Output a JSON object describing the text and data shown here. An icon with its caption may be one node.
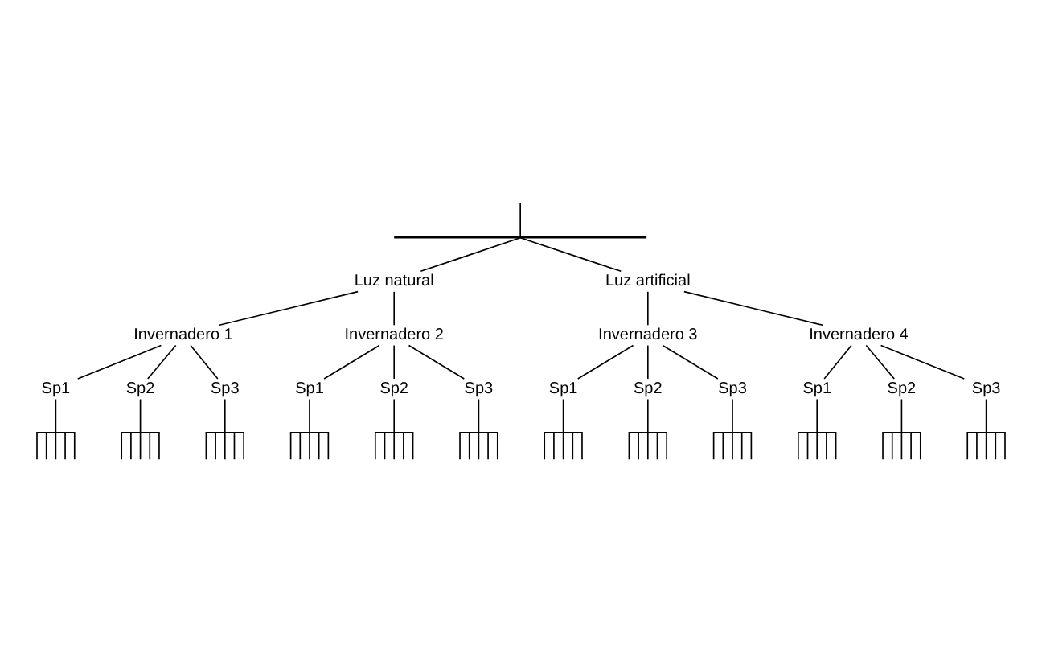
{
  "diagram": {
    "nodes": [
      {
        "text": [],
        "shape": "bar"
      },
      {
        "text": [
          "Luz natural"
        ]
      },
      {
        "text": [
          "Luz artificial"
        ]
      },
      {
        "text": [
          "Invernadero 1"
        ]
      },
      {
        "text": [
          "Invernadero 2"
        ]
      },
      {
        "text": [
          "Invernadero 3"
        ]
      },
      {
        "text": [
          "Invernadero 4"
        ]
      },
      {
        "text": [
          "Sp1"
        ]
      },
      {
        "text": [
          "Sp2"
        ]
      },
      {
        "text": [
          "Sp3"
        ]
      },
      {
        "text": [
          "Sp1"
        ]
      },
      {
        "text": [
          "Sp2"
        ]
      },
      {
        "text": [
          "Sp3"
        ]
      },
      {
        "text": [
          "Sp1"
        ]
      },
      {
        "text": [
          "Sp2"
        ]
      },
      {
        "text": [
          "Sp3"
        ]
      },
      {
        "text": [
          "Sp1"
        ]
      },
      {
        "text": [
          "Sp2"
        ]
      },
      {
        "text": [
          "Sp3"
        ]
      },
      {
        "text": [],
        "shape": "comb"
      },
      {
        "text": [],
        "shape": "comb"
      },
      {
        "text": [],
        "shape": "comb"
      },
      {
        "text": [],
        "shape": "comb"
      },
      {
        "text": [],
        "shape": "comb"
      },
      {
        "text": [],
        "shape": "comb"
      },
      {
        "text": [],
        "shape": "comb"
      },
      {
        "text": [],
        "shape": "comb"
      },
      {
        "text": [],
        "shape": "comb"
      },
      {
        "text": [],
        "shape": "comb"
      },
      {
        "text": [],
        "shape": "comb"
      },
      {
        "text": [],
        "shape": "comb"
      }
    ],
    "edges": [
      {
        "from": null,
        "to": 0,
        "arrow": "none"
      },
      {
        "from": 0,
        "to": 1,
        "arrow": "none"
      },
      {
        "from": 0,
        "to": 2,
        "arrow": "none"
      },
      {
        "from": 1,
        "to": 3,
        "arrow": "none"
      },
      {
        "from": 1,
        "to": 4,
        "arrow": "none"
      },
      {
        "from": 2,
        "to": 5,
        "arrow": "none"
      },
      {
        "from": 2,
        "to": 6,
        "arrow": "none"
      },
      {
        "from": 3,
        "to": 7,
        "arrow": "none"
      },
      {
        "from": 3,
        "to": 8,
        "arrow": "none"
      },
      {
        "from": 3,
        "to": 9,
        "arrow": "none"
      },
      {
        "from": 4,
        "to": 10,
        "arrow": "none"
      },
      {
        "from": 4,
        "to": 11,
        "arrow": "none"
      },
      {
        "from": 4,
        "to": 12,
        "arrow": "none"
      },
      {
        "from": 5,
        "to": 13,
        "arrow": "none"
      },
      {
        "from": 5,
        "to": 14,
        "arrow": "none"
      },
      {
        "from": 5,
        "to": 15,
        "arrow": "none"
      },
      {
        "from": 6,
        "to": 16,
        "arrow": "none"
      },
      {
        "from": 6,
        "to": 17,
        "arrow": "none"
      },
      {
        "from": 6,
        "to": 18,
        "arrow": "none"
      },
      {
        "from": 7,
        "to": 19,
        "arrow": "none"
      },
      {
        "from": 8,
        "to": 20,
        "arrow": "none"
      },
      {
        "from": 9,
        "to": 21,
        "arrow": "none"
      },
      {
        "from": 10,
        "to": 22,
        "arrow": "none"
      },
      {
        "from": 11,
        "to": 23,
        "arrow": "none"
      },
      {
        "from": 12,
        "to": 24,
        "arrow": "none"
      },
      {
        "from": 13,
        "to": 25,
        "arrow": "none"
      },
      {
        "from": 14,
        "to": 26,
        "arrow": "none"
      },
      {
        "from": 15,
        "to": 27,
        "arrow": "none"
      },
      {
        "from": 16,
        "to": 28,
        "arrow": "none"
      },
      {
        "from": 17,
        "to": 29,
        "arrow": "none"
      },
      {
        "from": 18,
        "to": 30,
        "arrow": "none"
      }
    ]
  }
}
